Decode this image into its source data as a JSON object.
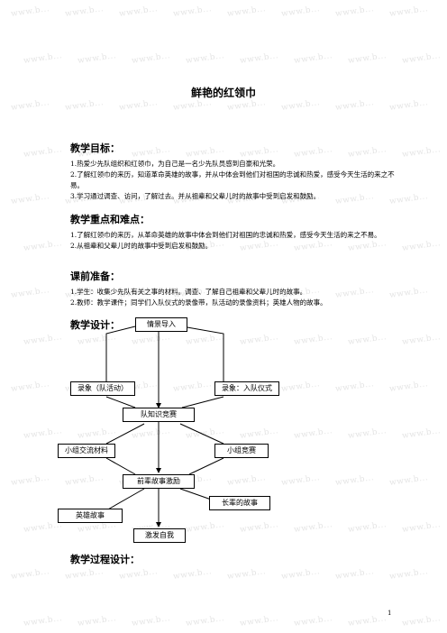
{
  "title": "鲜艳的红领巾",
  "watermark_text": "www.b...",
  "sections": {
    "goals": {
      "heading": "教学目标：",
      "items": [
        "1.热爱少先队组织和红领巾，为自己是一名少先队员感到自豪和光荣。",
        "2.了解红领巾的来历，知道革命英雄的故事，并从中体会到他们对祖国的忠诚和热爱，感受今天生活的来之不易。",
        "3.学习通过调查、访问，了解过去。并从祖辈和父辈儿时的故事中受到启发和鼓励。"
      ]
    },
    "key_points": {
      "heading": "教学重点和难点：",
      "items": [
        "1.了解红领巾的来历，从革命英雄的故事中体会到他们对祖国的忠诚和热爱，感受今天生活的来之不易。",
        "2.从祖辈和父辈儿时的故事中受到启发和鼓励。"
      ]
    },
    "prep": {
      "heading": "课前准备：",
      "items": [
        "1.学生：收集少先队有关之事的材料。调查、了解自己祖辈和父辈儿时的故事。",
        "2.教师：教学课件；同学们入队仪式的录像带，队活动的录像资料；英雄人物的故事。"
      ]
    },
    "design": {
      "heading": "教学设计：",
      "flow": {
        "scene_intro": "情景导入",
        "video_team": "录象（队活动）",
        "video_ceremony": "录象：入队仪式",
        "quiz": "队知识竞赛",
        "group_share": "小组交流材料",
        "group_contest": "小组竞赛",
        "stories": "前辈故事激励",
        "elder_stories": "长辈的故事",
        "hero_stories": "英雄故事",
        "inspire": "激发自我"
      }
    },
    "process": {
      "heading": "教学过程设计："
    }
  },
  "page_number": "1"
}
